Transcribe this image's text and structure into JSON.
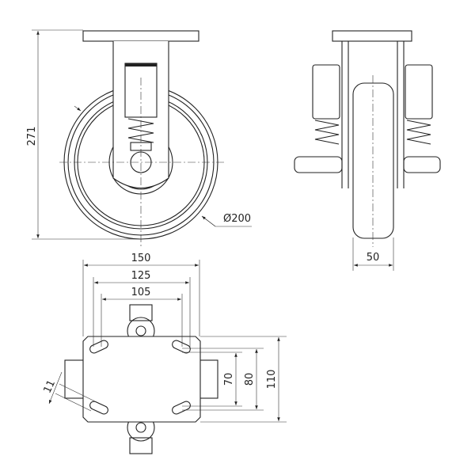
{
  "drawing": {
    "dimensions": {
      "overall_height": "271",
      "wheel_diameter": "Ø200",
      "wheel_width": "50",
      "plate_length": "150",
      "bolt_spacing_outer_x": "125",
      "bolt_spacing_inner_x": "105",
      "bolt_spacing_inner_y": "70",
      "bolt_spacing_outer_y": "80",
      "plate_width": "110",
      "slot_width": "11"
    },
    "line_color": "#222222"
  }
}
